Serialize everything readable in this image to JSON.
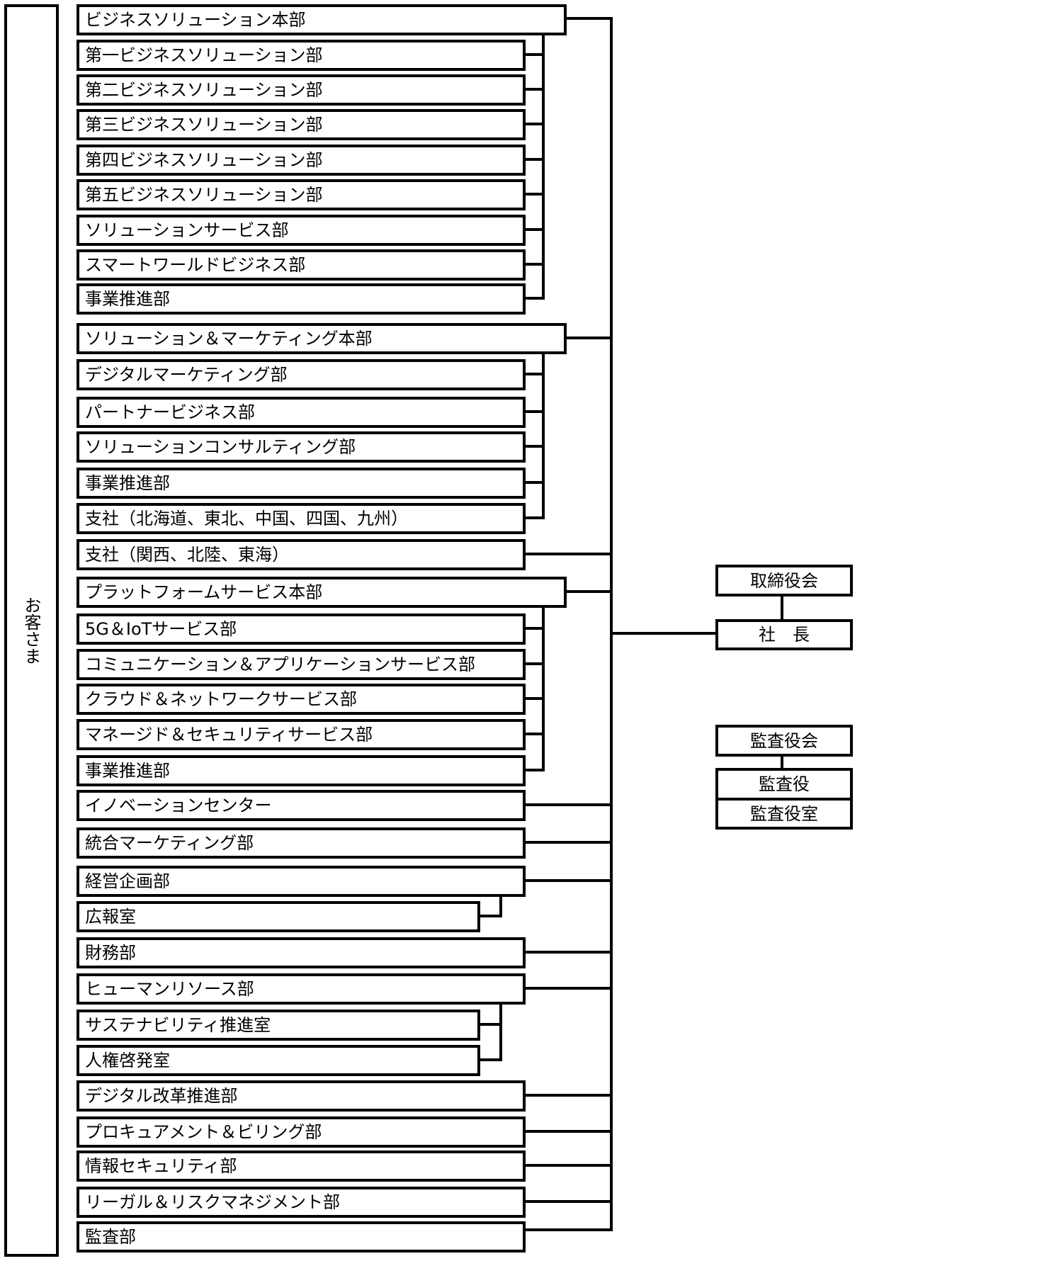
{
  "customer": "お客さま",
  "divisions": [
    {
      "name": "ビジネスソリューション本部",
      "departments": [
        "第一ビジネスソリューション部",
        "第二ビジネスソリューション部",
        "第三ビジネスソリューション部",
        "第四ビジネスソリューション部",
        "第五ビジネスソリューション部",
        "ソリューションサービス部",
        "スマートワールドビジネス部",
        "事業推進部"
      ]
    },
    {
      "name": "ソリューション＆マーケティング本部",
      "departments": [
        "デジタルマーケティング部",
        "パートナービジネス部",
        "ソリューションコンサルティング部",
        "事業推進部",
        "支社（北海道、東北、中国、四国、九州）"
      ]
    },
    {
      "name": "支社（関西、北陸、東海）",
      "departments": []
    },
    {
      "name": "プラットフォームサービス本部",
      "departments": [
        "5G＆IoTサービス部",
        "コミュニケーション＆アプリケーションサービス部",
        "クラウド＆ネットワークサービス部",
        "マネージド＆セキュリティサービス部",
        "事業推進部"
      ]
    },
    {
      "name": "イノベーションセンター",
      "departments": []
    },
    {
      "name": "統合マーケティング部",
      "departments": []
    },
    {
      "name": "経営企画部",
      "departments": [
        "広報室"
      ]
    },
    {
      "name": "財務部",
      "departments": []
    },
    {
      "name": "ヒューマンリソース部",
      "departments": [
        "サステナビリティ推進室",
        "人権啓発室"
      ]
    },
    {
      "name": "デジタル改革推進部",
      "departments": []
    },
    {
      "name": "プロキュアメント＆ビリング部",
      "departments": []
    },
    {
      "name": "情報セキュリティ部",
      "departments": []
    },
    {
      "name": "リーガル＆リスクマネジメント部",
      "departments": []
    },
    {
      "name": "監査部",
      "departments": []
    }
  ],
  "executives": {
    "board": "取締役会",
    "president": "社　長",
    "audit_board": "監査役会",
    "auditor": "監査役",
    "auditor_office": "監査役室"
  }
}
